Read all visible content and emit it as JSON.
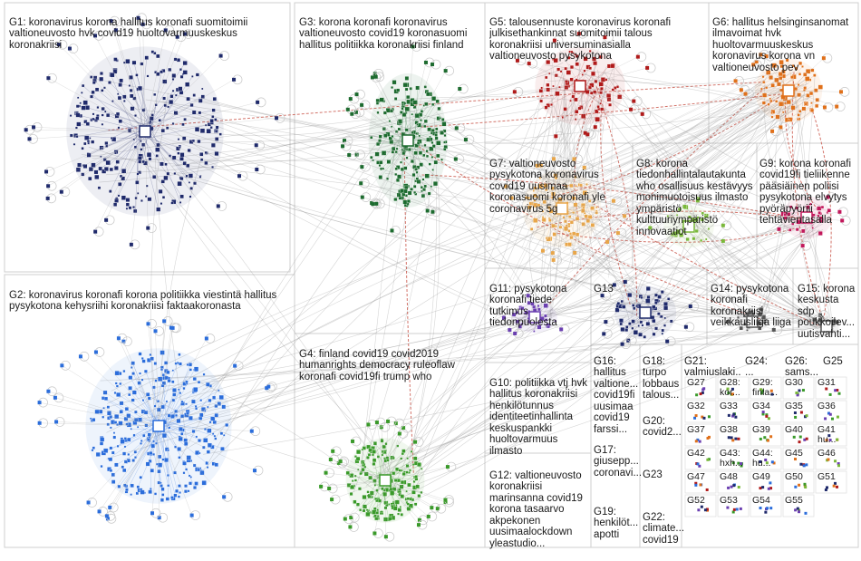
{
  "groups": [
    {
      "id": "G1",
      "color": "#1f2a6b",
      "size": 290,
      "lines": [
        "G1: koronavirus korona hallitus koronafi suomitoimii",
        "valtioneuvosto hvk covid19 huoltovarmuuskeskus",
        "koronakriisi"
      ]
    },
    {
      "id": "G2",
      "color": "#2b6ddb",
      "size": 320,
      "lines": [
        "G2: koronavirus koronafi korona politiikka viestintä hallitus",
        "pysykotona kehysriihi koronakriisi faktaakoronasta"
      ]
    },
    {
      "id": "G3",
      "color": "#1d6b2f",
      "size": 200,
      "lines": [
        "G3: korona koronafi koronavirus",
        "valtioneuvosto covid19 koronasuomi",
        "hallitus politiikka koronakriisi finland"
      ]
    },
    {
      "id": "G4",
      "color": "#3a9a2a",
      "size": 180,
      "lines": [
        "G4: finland covid19 covid2019",
        "humanrights democracy ruleoflaw",
        "koronafi covid19fi trump who"
      ]
    },
    {
      "id": "G5",
      "color": "#b01a1a",
      "size": 90,
      "lines": [
        "G5: talousennuste koronavirus koronafi",
        "julkisethankinnat suomitoimii talous",
        "koronakriisi universuminasialla",
        "valtioneuvosto pysykotona"
      ]
    },
    {
      "id": "G6",
      "color": "#e0701a",
      "size": 80,
      "lines": [
        "G6: hallitus helsinginsanomat",
        "ilmavoimat hvk",
        "huoltovarmuuskeskus",
        "koronavirus korona vn",
        "valtioneuvosto pev"
      ]
    },
    {
      "id": "G7",
      "color": "#e8a64a",
      "size": 90,
      "lines": [
        "G7: valtioneuvosto",
        "pysykotona koronavirus",
        "covid19 uusimaa",
        "koronasuomi koronafi yle",
        "coronavirus 5g"
      ]
    },
    {
      "id": "G8",
      "color": "#7ab83a",
      "size": 30,
      "lines": [
        "G8: korona",
        "tiedonhallintalautakunta",
        "who osallisuus kestävyys",
        "monimuotoisuus ilmasto",
        "ympäristö",
        "kulttuuriympäristö",
        "innovaatiot"
      ]
    },
    {
      "id": "G9",
      "color": "#c2185b",
      "size": 30,
      "lines": [
        "G9: korona koronafi",
        "covid19fi tieliikenne",
        "pääsiäinen poliisi",
        "pysykotona elvytys",
        "pyöräpyöriii",
        "tehtävientasalla"
      ]
    },
    {
      "id": "G10",
      "color": "#4a4a4a",
      "size": 0,
      "lines": [
        "G10: politiikka vtj hvk",
        "hallitus koronakriisi",
        "henkilötunnus",
        "identiteetinhallinta",
        "keskuspankki",
        "huoltovarmuus",
        "ilmasto"
      ]
    },
    {
      "id": "G11",
      "color": "#6a3fb0",
      "size": 30,
      "lines": [
        "G11: pysykotona",
        "koronafi tiede",
        "tutkimus",
        "tiedonpuolesta"
      ]
    },
    {
      "id": "G12",
      "color": "#555555",
      "size": 0,
      "lines": [
        "G12: valtioneuvosto",
        "koronakriisi",
        "marinsanna covid19",
        "korona tasaarvo",
        "akpekonen",
        "uusimaalockdown",
        "yleastudio..."
      ]
    },
    {
      "id": "G13",
      "color": "#1f2a6b",
      "size": 60,
      "lines": [
        "G13"
      ]
    },
    {
      "id": "G14",
      "color": "#555555",
      "size": 20,
      "lines": [
        "G14: pysykotona",
        "koronafi",
        "koronakriisi",
        "veikkausliiga liiga"
      ]
    },
    {
      "id": "G15",
      "color": "#555555",
      "size": 10,
      "lines": [
        "G15: korona",
        "keskusta",
        "sdp",
        "poukkoilev...",
        "uutisvahti..."
      ]
    },
    {
      "id": "G16",
      "color": "#555555",
      "size": 10,
      "lines": [
        "G16:",
        "hallitus",
        "valtione...",
        "covid19fi",
        "uusimaa",
        "covid19",
        "farssi..."
      ]
    },
    {
      "id": "G17",
      "color": "#555555",
      "size": 10,
      "lines": [
        "G17:",
        "giusepp...",
        "coronavi..."
      ]
    },
    {
      "id": "G18",
      "color": "#555555",
      "size": 10,
      "lines": [
        "G18:",
        "turpo",
        "lobbaus",
        "talous..."
      ]
    },
    {
      "id": "G19",
      "color": "#555555",
      "size": 10,
      "lines": [
        "G19:",
        "henkilöt...",
        "apotti"
      ]
    },
    {
      "id": "G20",
      "color": "#555555",
      "size": 10,
      "lines": [
        "G20:",
        "covid2..."
      ]
    },
    {
      "id": "G21",
      "color": "#555555",
      "size": 10,
      "lines": [
        "G21:",
        "valmiuslaki..."
      ]
    },
    {
      "id": "G22",
      "color": "#555555",
      "size": 10,
      "lines": [
        "G22:",
        "climate...",
        "covid19"
      ]
    },
    {
      "id": "G23",
      "color": "#555555",
      "size": 10,
      "lines": [
        "G23"
      ]
    },
    {
      "id": "G24",
      "color": "#555555",
      "size": 10,
      "lines": [
        "G24:",
        "..."
      ]
    },
    {
      "id": "G25",
      "color": "#555555",
      "size": 10,
      "lines": [
        "G25"
      ]
    },
    {
      "id": "G26",
      "color": "#555555",
      "size": 10,
      "lines": [
        "G26:",
        "sams..."
      ]
    }
  ],
  "small_labels": [
    "G27",
    "G28",
    "G29",
    "G30",
    "G31",
    "G32",
    "G33",
    "G34",
    "G35",
    "G36",
    "G37",
    "G38",
    "G39",
    "G40",
    "G41",
    "G42",
    "G43",
    "G44",
    "G45",
    "G46",
    "G47",
    "G48",
    "G49",
    "G50",
    "G51",
    "G52",
    "G53",
    "G54",
    "G55"
  ],
  "small_texts": {
    "G28": [
      "G28:",
      "kor..."
    ],
    "G29": [
      "G29:",
      "finla..."
    ],
    "G41": [
      "G41",
      "hu..."
    ],
    "G43": [
      "G43:",
      "hxh..."
    ],
    "G44": [
      "G44:",
      "hu..."
    ]
  }
}
